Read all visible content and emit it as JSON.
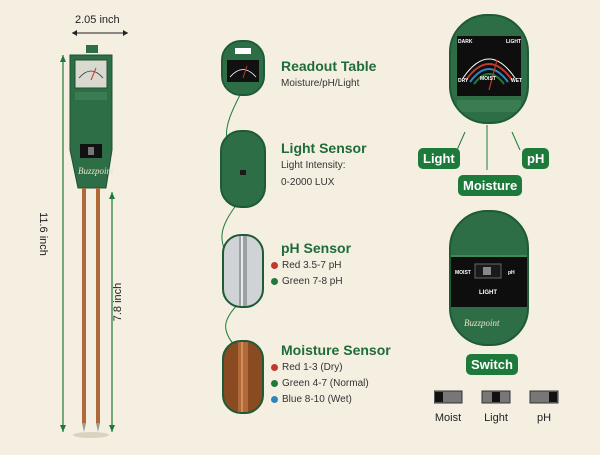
{
  "dimensions": {
    "width_label": "2.05 inch",
    "height_label": "11.6 inch",
    "probe_label": "7.8 inch"
  },
  "brand": "Buzzpoint",
  "sections": [
    {
      "title": "Readout Table",
      "lines": [
        "Moisture/pH/Light"
      ]
    },
    {
      "title": "Light Sensor",
      "lines": [
        "Light Intensity:",
        "0-2000 LUX"
      ]
    },
    {
      "title": "pH Sensor",
      "lines": [
        {
          "dot": "#c0392b",
          "text": "Red 3.5-7 pH"
        },
        {
          "dot": "#1e7a3a",
          "text": "Green 7-8 pH"
        }
      ]
    },
    {
      "title": "Moisture Sensor",
      "lines": [
        {
          "dot": "#c0392b",
          "text": "Red 1-3 (Dry)"
        },
        {
          "dot": "#1e7a3a",
          "text": "Green 4-7 (Normal)"
        },
        {
          "dot": "#2e86c1",
          "text": "Blue 8-10 (Wet)"
        }
      ]
    }
  ],
  "meter": {
    "dark": "DARK",
    "light": "LIGHT",
    "dry": "DRY",
    "wet": "WET",
    "moist": "MOIST"
  },
  "tags": {
    "light": "Light",
    "moisture": "Moisture",
    "ph": "pH",
    "switch": "Switch"
  },
  "switch_panel": {
    "left": "MOIST",
    "right": "pH",
    "bottom": "LIGHT"
  },
  "switch_positions": [
    "Moist",
    "Light",
    "pH"
  ],
  "colors": {
    "brand_green": "#1e7a3a",
    "device_green": "#2d6e46",
    "background": "#f4efe1"
  }
}
